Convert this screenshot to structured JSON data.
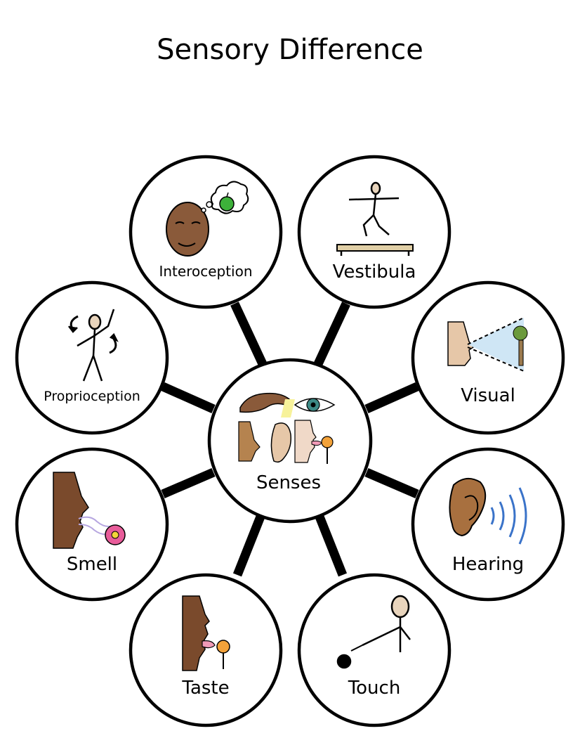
{
  "title": "Sensory Difference",
  "center": {
    "label": "Senses"
  },
  "senses": [
    {
      "id": "interoception",
      "label": "Interoception"
    },
    {
      "id": "vestibula",
      "label": "Vestibula"
    },
    {
      "id": "proprioception",
      "label": "Proprioception"
    },
    {
      "id": "visual",
      "label": "Visual"
    },
    {
      "id": "smell",
      "label": "Smell"
    },
    {
      "id": "hearing",
      "label": "Hearing"
    },
    {
      "id": "taste",
      "label": "Taste"
    },
    {
      "id": "touch",
      "label": "Touch"
    }
  ]
}
